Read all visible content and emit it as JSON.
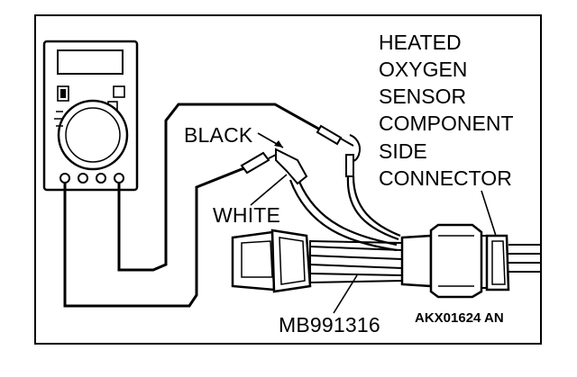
{
  "labels": {
    "title_lines": [
      "HEATED",
      "OXYGEN",
      "SENSOR",
      "COMPONENT",
      "SIDE",
      "CONNECTOR"
    ],
    "black_lead": "BLACK",
    "white_lead": "WHITE",
    "tool_part_number": "MB991316",
    "figure_code": "AKX01624 AN"
  },
  "icons": {
    "meter": "multimeter-icon",
    "connector": "harness-connector-icon"
  },
  "colors": {
    "ink": "#000000",
    "background": "#ffffff"
  }
}
